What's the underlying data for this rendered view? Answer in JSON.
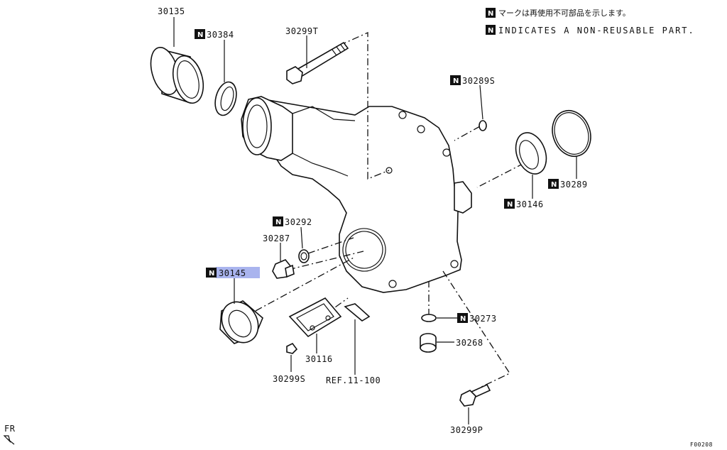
{
  "legend": {
    "n_mark": "N",
    "jp": "マークは再使用不可部品を示します。",
    "en": "INDICATES A NON-REUSABLE PART."
  },
  "parts": {
    "p30135": "30135",
    "p30384": "30384",
    "p30299T": "30299T",
    "p30289S": "30289S",
    "p30289": "30289",
    "p30146": "30146",
    "p30292": "30292",
    "p30287": "30287",
    "p30145": "30145",
    "p30273": "30273",
    "p30268": "30268",
    "p30116": "30116",
    "p30299S": "30299S",
    "ref": "REF.11-100",
    "p30299P": "30299P"
  },
  "n_mark": "N",
  "fr_label": "FR",
  "figure_code": "F00208",
  "colors": {
    "highlight": "#a9b4ee",
    "ink": "#111111"
  }
}
